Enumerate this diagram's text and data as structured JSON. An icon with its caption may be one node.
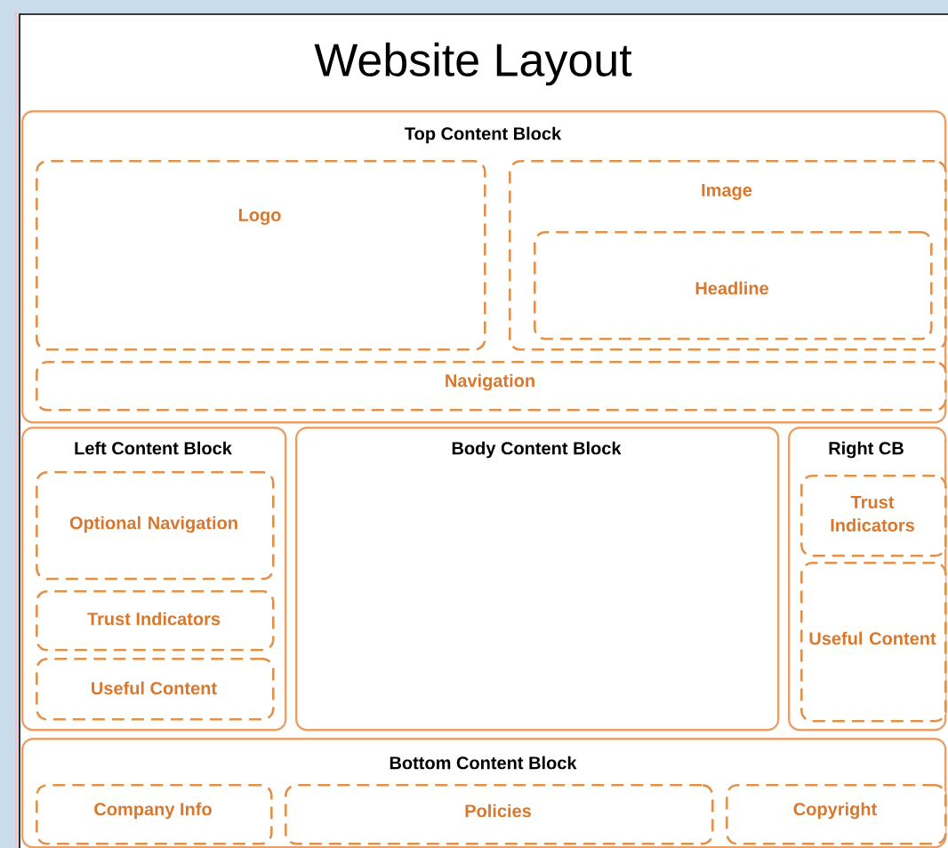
{
  "diagram": {
    "title": "Website Layout",
    "nodes": [
      {
        "text": [
          "Top Content Block"
        ]
      },
      {
        "text": [
          "Logo"
        ],
        "in": 0
      },
      {
        "text": [
          "Image"
        ],
        "in": 0
      },
      {
        "text": [
          "Headline"
        ],
        "in": 2
      },
      {
        "text": [
          "Navigation"
        ],
        "in": 0
      },
      {
        "text": [
          "Left Content Block"
        ]
      },
      {
        "text": [
          "Optional Navigation"
        ],
        "in": 5
      },
      {
        "text": [
          "Trust Indicators"
        ],
        "in": 5
      },
      {
        "text": [
          "Useful Content"
        ],
        "in": 5
      },
      {
        "text": [
          "Body Content Block"
        ]
      },
      {
        "text": [
          "Right CB"
        ]
      },
      {
        "text": [
          "Trust Indicators"
        ],
        "in": 10
      },
      {
        "text": [
          "Useful Content"
        ],
        "in": 10
      },
      {
        "text": [
          "Bottom Content Block"
        ]
      },
      {
        "text": [
          "Company Info"
        ],
        "in": 13
      },
      {
        "text": [
          "Policies"
        ],
        "in": 13
      },
      {
        "text": [
          "Copyright"
        ],
        "in": 13
      }
    ]
  }
}
